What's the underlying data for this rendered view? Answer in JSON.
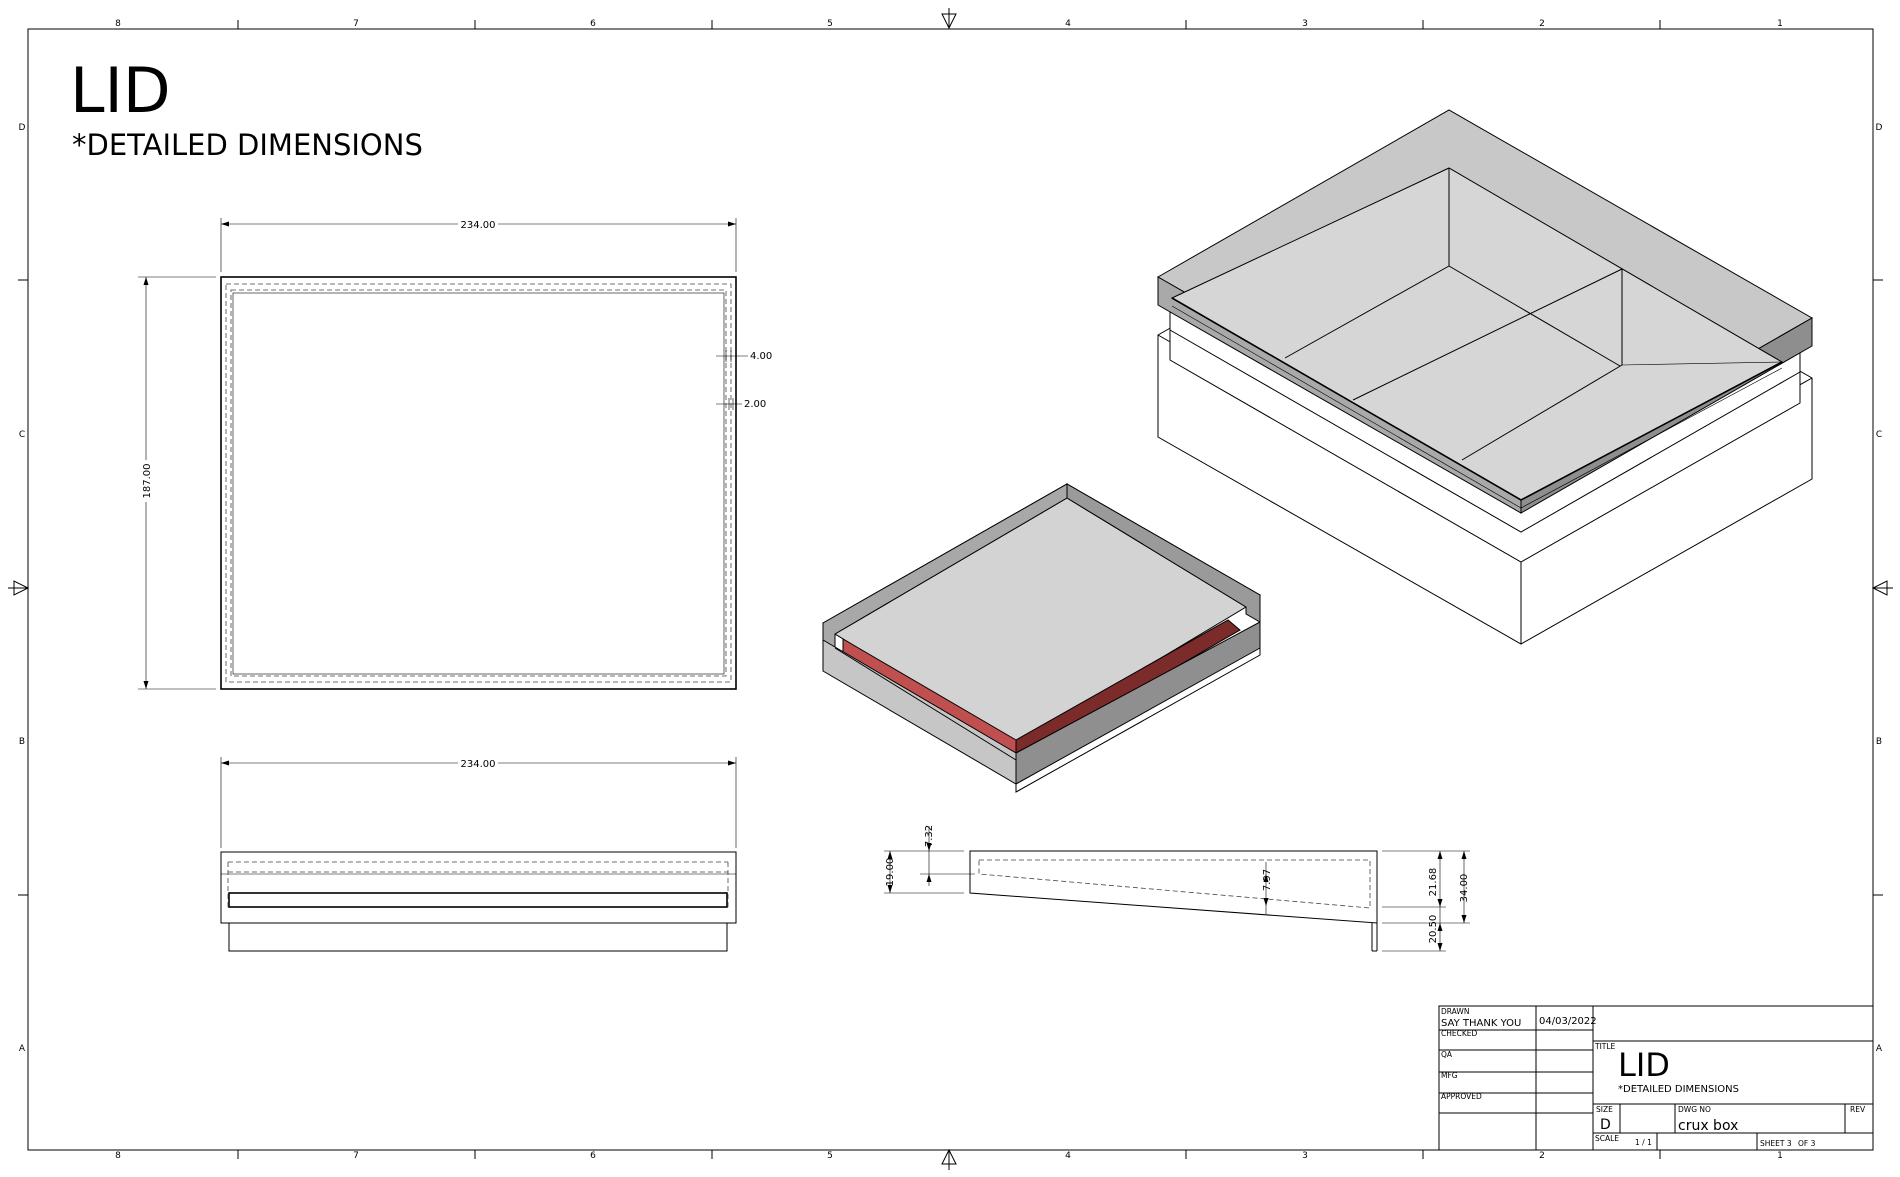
{
  "sheet": {
    "title": "LID",
    "subtitle": "*DETAILED DIMENSIONS"
  },
  "zones": {
    "columns": [
      "8",
      "7",
      "6",
      "5",
      "4",
      "3",
      "2",
      "1"
    ],
    "rows": [
      "D",
      "C",
      "B",
      "A"
    ]
  },
  "dimensions": {
    "top_width": "234.00",
    "top_height": "187.00",
    "inset_outer": "4.00",
    "inset_inner": "2.00",
    "front_width": "234.00",
    "side_step": "7.32",
    "side_left_height": "19.00",
    "side_inner_drop": "7.97",
    "side_right_upper": "21.68",
    "side_right_total": "34.00",
    "side_right_lower": "20.50"
  },
  "title_block": {
    "drawn_label": "DRAWN",
    "drawn_by": "SAY THANK YOU",
    "drawn_date": "04/03/2022",
    "checked_label": "CHECKED",
    "qa_label": "QA",
    "mfg_label": "MFG",
    "approved_label": "APPROVED",
    "title_label": "TITLE",
    "title": "LID",
    "subtitle": "*DETAILED DIMENSIONS",
    "size_label": "SIZE",
    "size": "D",
    "dwg_no_label": "DWG NO",
    "dwg_no": "crux box",
    "rev_label": "REV",
    "scale_label": "SCALE",
    "scale": "1 / 1",
    "sheet_label": "SHEET 3",
    "sheet_of": "OF 3"
  },
  "colors": {
    "line": "#000000",
    "face_light": "#d4d4d4",
    "face_mid": "#b4b4b4",
    "face_dark": "#8f8f8f",
    "accent_red": "#b84848",
    "accent_red_dark": "#7a2a2a"
  }
}
